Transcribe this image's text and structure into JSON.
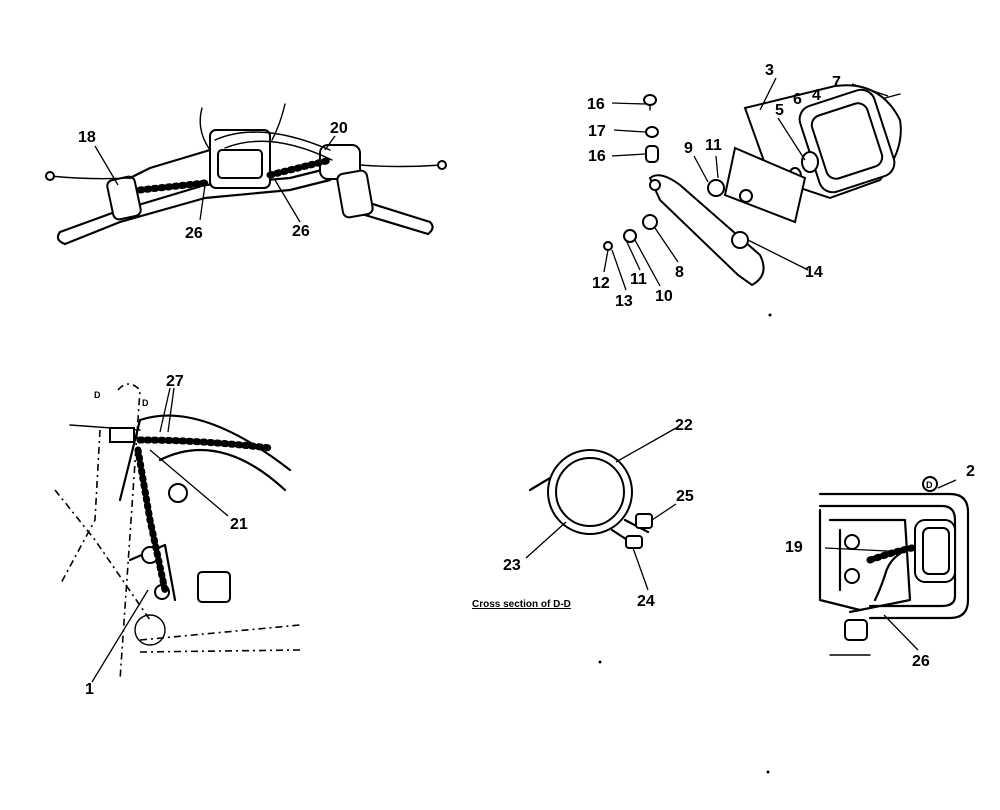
{
  "labels": {
    "handlebar": [
      "18",
      "26",
      "26",
      "20"
    ],
    "tail_light": [
      "3",
      "7",
      "4",
      "6",
      "5",
      "16",
      "17",
      "16",
      "9",
      "11",
      "14",
      "8",
      "10",
      "11",
      "12",
      "13"
    ],
    "frame": [
      "D",
      "D",
      "27",
      "21",
      "1"
    ],
    "cross_section": [
      "22",
      "25",
      "23",
      "24"
    ],
    "rear": [
      "D",
      "2",
      "19",
      "26"
    ]
  },
  "caption": "Cross section of D-D"
}
